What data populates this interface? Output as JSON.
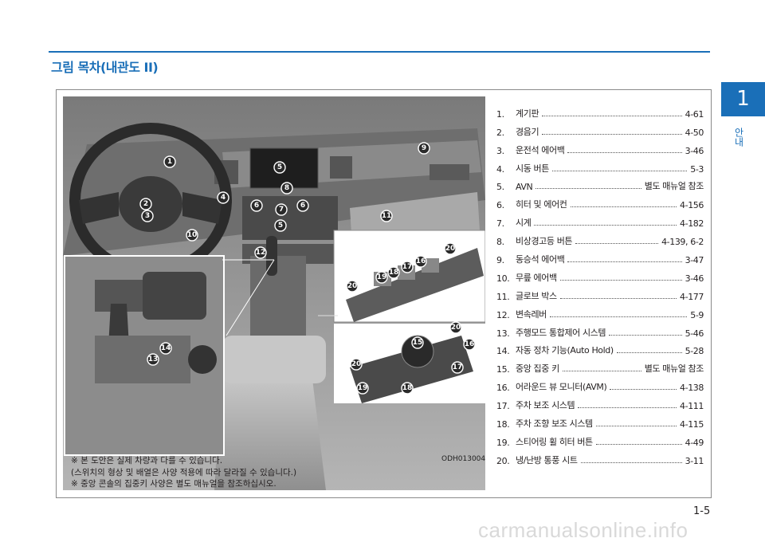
{
  "section_title": "그림 목차(내관도 II)",
  "chapter": {
    "number": "1",
    "label": "안내"
  },
  "photo_code": "ODH013004",
  "notes": [
    "※  본 도안은 실제 차량과 다를 수 있습니다.",
    "     (스위치의 형상 및 배열은 사양 적용에 따라 달라질 수 있습니다.)",
    "※ 중앙 콘솔의 집중키 사양은 별도 매뉴얼을 참조하십시오."
  ],
  "callouts": [
    "1",
    "2",
    "3",
    "4",
    "5",
    "5",
    "6",
    "6",
    "7",
    "8",
    "9",
    "10",
    "11",
    "12",
    "13",
    "14",
    "15",
    "16",
    "16",
    "17",
    "17",
    "18",
    "18",
    "19",
    "19",
    "20",
    "20",
    "20",
    "20"
  ],
  "toc": [
    {
      "num": "1.",
      "label": "계기판",
      "page": "4-61"
    },
    {
      "num": "2.",
      "label": "경음기",
      "page": "4-50"
    },
    {
      "num": "3.",
      "label": "운전석 에어백",
      "page": "3-46"
    },
    {
      "num": "4.",
      "label": "시동 버튼",
      "page": "5-3"
    },
    {
      "num": "5.",
      "label": "AVN",
      "page": "별도 매뉴얼 참조"
    },
    {
      "num": "6.",
      "label": "히터 및 에어컨",
      "page": "4-156"
    },
    {
      "num": "7.",
      "label": "시계",
      "page": "4-182"
    },
    {
      "num": "8.",
      "label": "비상경고등 버튼",
      "page": "4-139, 6-2"
    },
    {
      "num": "9.",
      "label": "동승석 에어백",
      "page": "3-47"
    },
    {
      "num": "10.",
      "label": "무릎 에어백",
      "page": "3-46"
    },
    {
      "num": "11.",
      "label": "글로브 박스",
      "page": "4-177"
    },
    {
      "num": "12.",
      "label": "변속레버",
      "page": "5-9"
    },
    {
      "num": "13.",
      "label": "주행모드 통합제어 시스템",
      "page": "5-46"
    },
    {
      "num": "14.",
      "label": "자동 정차 기능(Auto Hold)",
      "page": "5-28"
    },
    {
      "num": "15.",
      "label": "중앙 집중 키",
      "page": "별도 매뉴얼 참조"
    },
    {
      "num": "16.",
      "label": "어라운드 뷰 모니터(AVM)",
      "page": "4-138"
    },
    {
      "num": "17.",
      "label": "주차 보조 시스템",
      "page": "4-111"
    },
    {
      "num": "18.",
      "label": "주차 조향 보조 시스템",
      "page": "4-115"
    },
    {
      "num": "19.",
      "label": "스티어링 휠 히터 버튼",
      "page": "4-49"
    },
    {
      "num": "20.",
      "label": "냉/난방 통풍 시트",
      "page": "3-11"
    }
  ],
  "page_number": "1-5",
  "watermark": "carmanualsonline.info"
}
